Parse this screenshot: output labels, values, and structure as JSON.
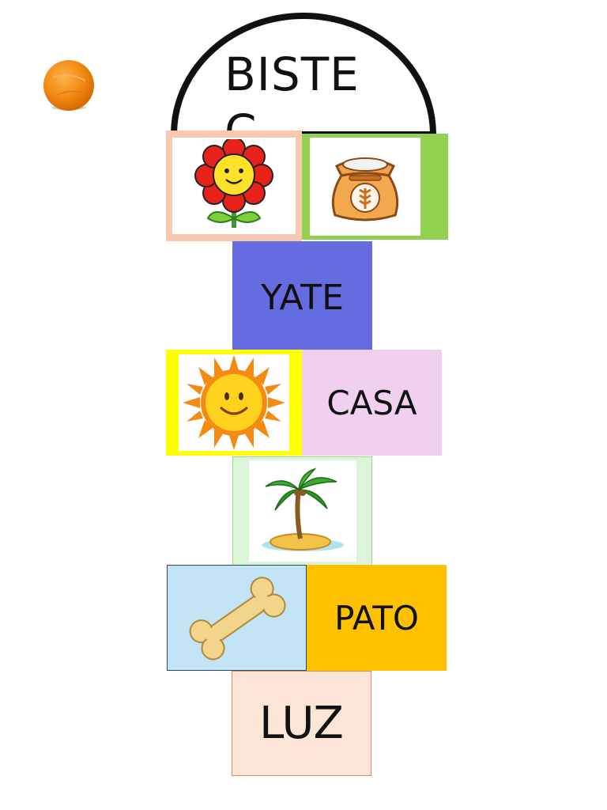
{
  "board": {
    "top_word": "BISTEC",
    "words": {
      "row2": "YATE",
      "row3_right": "CASA",
      "row5_right": "PATO",
      "row6": "LUZ"
    },
    "pictures": {
      "row1_left": "flower-icon",
      "row1_right": "flour-sack-icon",
      "row3_left": "sun-icon",
      "row4": "island-icon",
      "row5_left": "bone-icon",
      "token": "ball-icon"
    },
    "colors": {
      "row1_left": "#f8c8b0",
      "row1_right": "#92d050",
      "row2": "#646ce0",
      "row3_left": "#ffff00",
      "row3_right": "#f0d0ee",
      "row4": "#dcf4d8",
      "row5_left": "#c2e4f4",
      "row5_right": "#ffc000",
      "row6": "#fce4d6"
    }
  }
}
